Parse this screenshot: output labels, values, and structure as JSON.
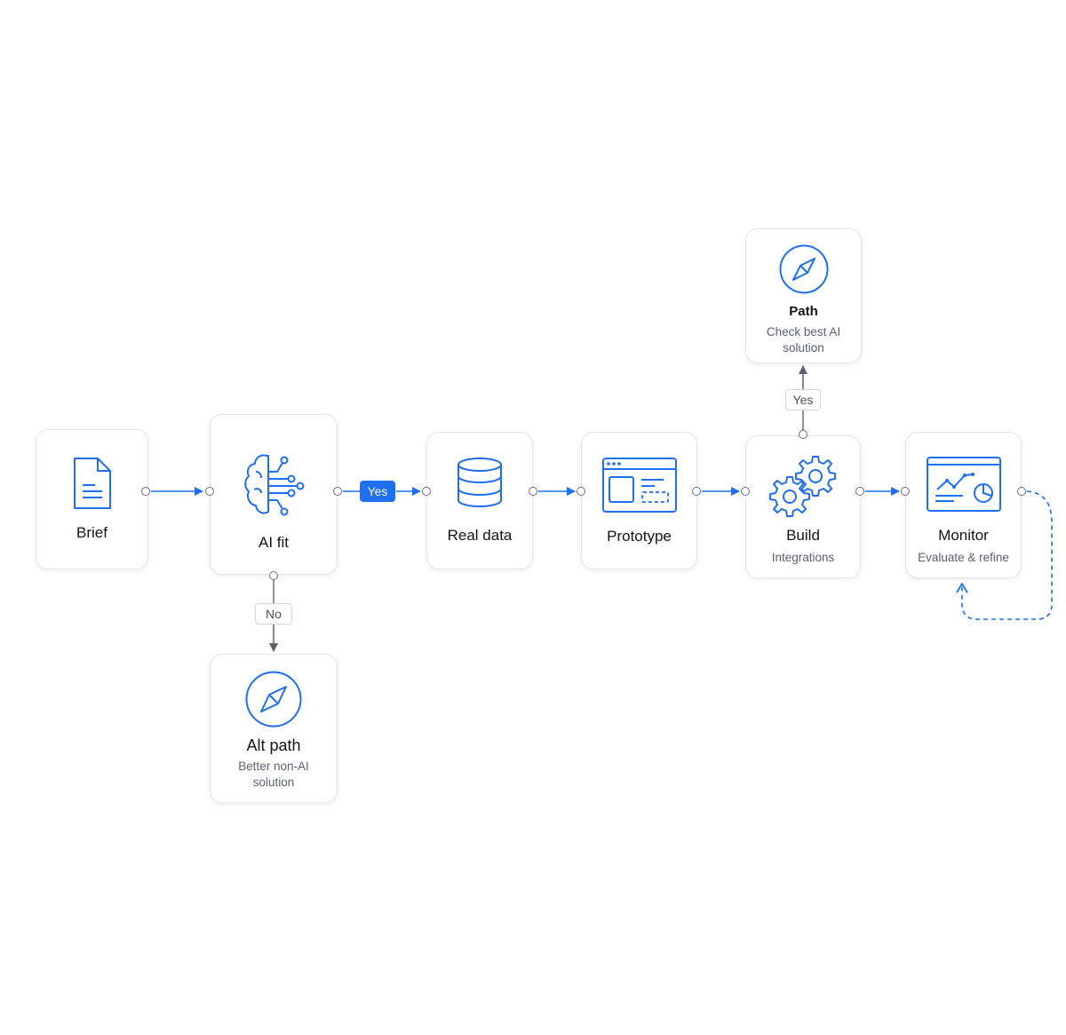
{
  "nodes": {
    "brief": {
      "title": "Brief",
      "icon": "document-icon"
    },
    "ai_fit": {
      "title": "AI fit",
      "icon": "ai-brain-icon"
    },
    "real_data": {
      "title": "Real data",
      "icon": "database-icon"
    },
    "prototype": {
      "title": "Prototype",
      "icon": "browser-window-icon"
    },
    "build": {
      "title": "Build",
      "subtitle": "Integrations",
      "icon": "gears-icon"
    },
    "monitor": {
      "title": "Monitor",
      "subtitle": "Evaluate & refine",
      "icon": "analytics-dashboard-icon"
    },
    "path": {
      "title": "Path",
      "subtitle_line1": "Check best AI",
      "subtitle_line2": "solution",
      "icon": "compass-icon"
    },
    "alt_path": {
      "title": "Alt path",
      "subtitle_line1": "Better non-AI",
      "subtitle_line2": "solution",
      "icon": "compass-icon"
    }
  },
  "edge_labels": {
    "ai_fit_yes": "Yes",
    "ai_fit_no": "No",
    "build_yes": "Yes"
  },
  "colors": {
    "accent": "#1f6ff2",
    "connector": "#6b7080",
    "border": "#e3e4e8"
  }
}
